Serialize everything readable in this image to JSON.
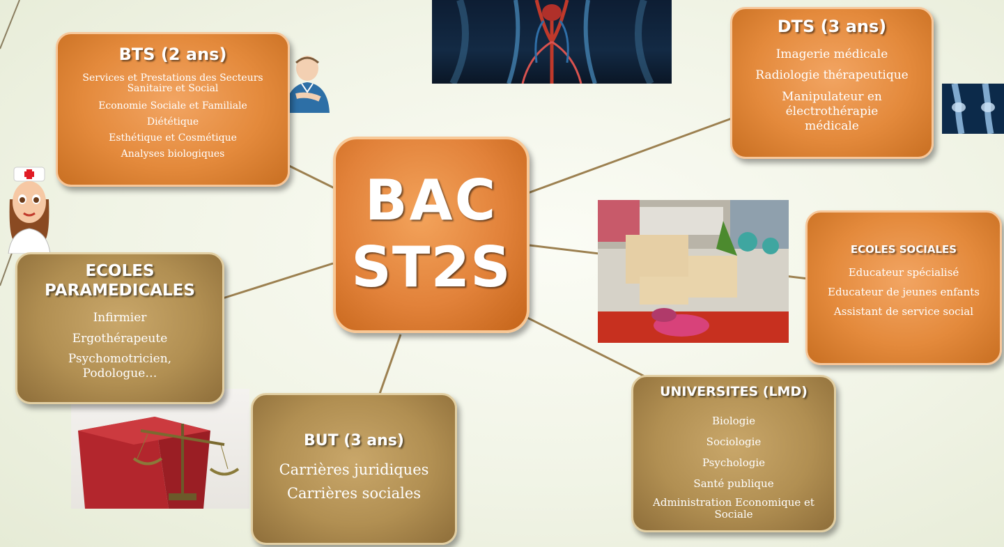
{
  "center": {
    "line1": "BAC",
    "line2": "ST2S"
  },
  "bts": {
    "title": "BTS (2 ans)",
    "items": [
      "Services et Prestations des Secteurs Sanitaire et Social",
      "Economie Sociale et Familiale",
      "Diététique",
      "Esthétique et Cosmétique",
      "Analyses biologiques"
    ]
  },
  "dts": {
    "title": "DTS (3 ans)",
    "items": [
      "Imagerie médicale",
      "Radiologie thérapeutique",
      "Manipulateur en électrothérapie médicale"
    ]
  },
  "ecoles_sociales": {
    "title": "ECOLES SOCIALES",
    "items": [
      "Educateur spécialisé",
      "Educateur de jeunes enfants",
      "Assistant de service social"
    ]
  },
  "paramedicales": {
    "title": "ECOLES PARAMEDICALES",
    "items": [
      "Infirmier",
      "Ergothérapeute",
      "Psychomotricien, Podologue…"
    ]
  },
  "but": {
    "title": "BUT (3 ans)",
    "items": [
      "Carrières juridiques",
      "Carrières sociales"
    ]
  },
  "universites": {
    "title": "UNIVERSITES (LMD)",
    "items": [
      "Biologie",
      "Sociologie",
      "Psychologie",
      "Santé publique",
      "Administration Economique et Sociale"
    ]
  },
  "colors": {
    "orange": "#e48a3c",
    "brown": "#b18f52",
    "connector": "#9c8050"
  }
}
